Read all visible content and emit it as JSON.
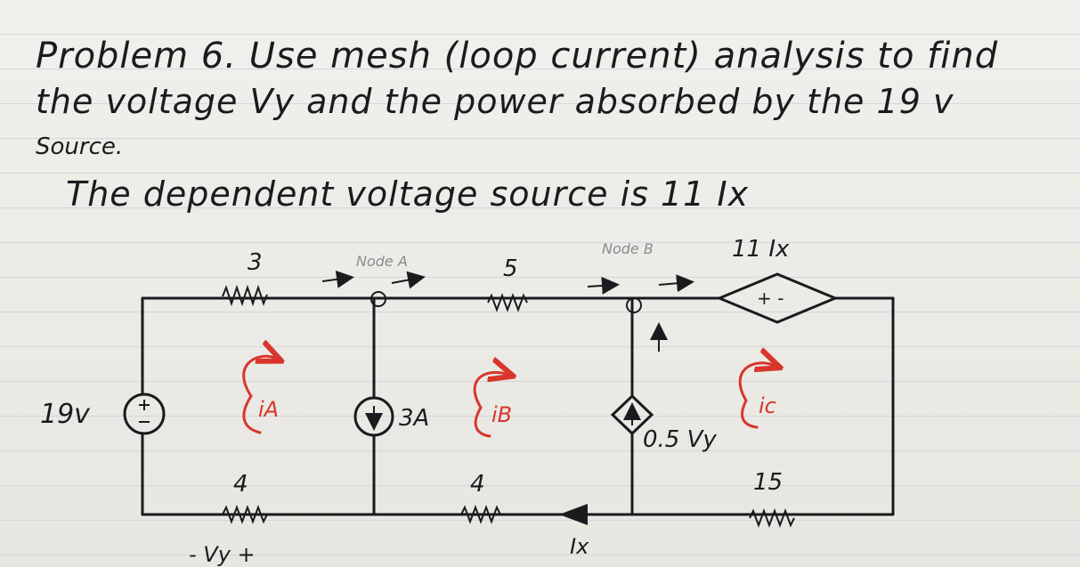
{
  "problem": {
    "line1": "Problem 6. Use mesh (loop current) analysis to find",
    "line2": "the voltage Vy and the power absorbed by the 19 v",
    "line3": "Source.",
    "dependent_line": "The dependent voltage source is 11 Ix"
  },
  "circuit": {
    "source_19v_label": "19v",
    "r_top_left": "3",
    "r_top_mid": "5",
    "r_bot_left": "4",
    "r_bot_mid": "4",
    "r_bot_right": "15",
    "current_source_label": "3A",
    "dep_current_label": "0.5 Vy",
    "dep_voltage_label": "11 Ix",
    "dep_voltage_polarity": "+ -",
    "node_a": "Node A",
    "node_b": "Node B",
    "mesh_a": "iA",
    "mesh_b": "iB",
    "mesh_c": "ic",
    "ix_label": "Ix",
    "vy_label": "- Vy +"
  },
  "colors": {
    "ink": "#1b1b1f",
    "mesh_red": "#d8362c",
    "paper": "#f1f0ec"
  }
}
